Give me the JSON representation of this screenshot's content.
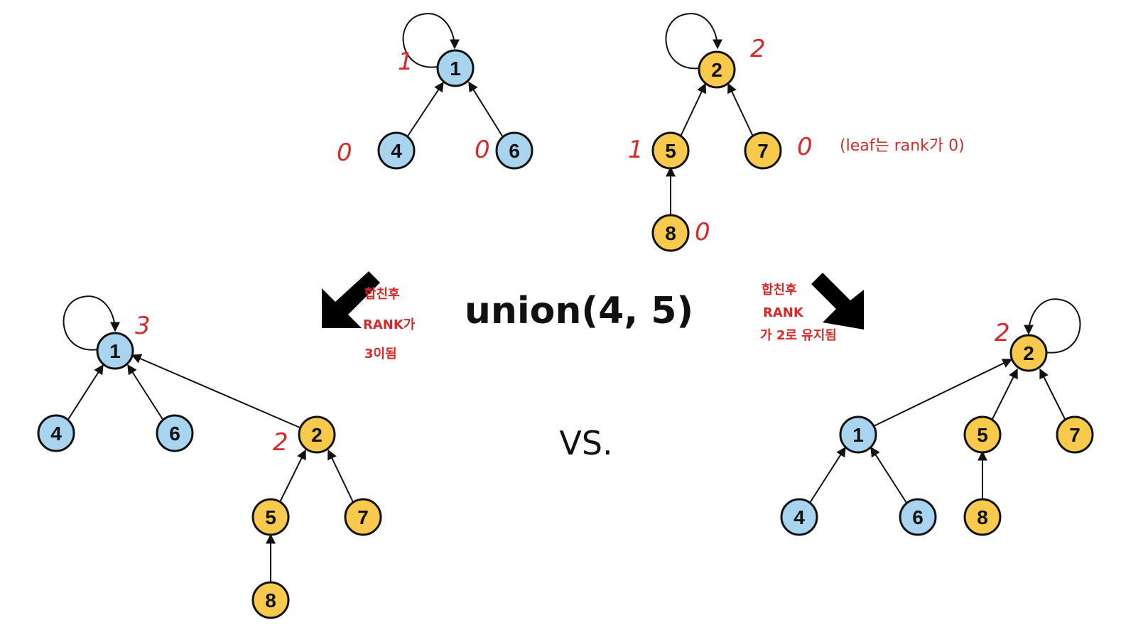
{
  "colors": {
    "tree_a_fill": "#a8d4f0",
    "tree_b_fill": "#f7c94d",
    "rank_annotation": "#d42a2a",
    "edge": "#111111"
  },
  "title": "union(4, 5)",
  "vs_label": "VS.",
  "top_left_tree": {
    "nodes": [
      "1",
      "4",
      "6"
    ],
    "ranks": {
      "root": "1",
      "n4": "0",
      "n6": "0"
    }
  },
  "top_right_tree": {
    "nodes": [
      "2",
      "5",
      "7",
      "8"
    ],
    "ranks": {
      "root": "2",
      "n5": "1",
      "n7": "0",
      "n8": "0"
    },
    "leaf_note": "(leaf는 rank가 0)"
  },
  "left_result": {
    "nodes": [
      "1",
      "4",
      "6",
      "2",
      "5",
      "7",
      "8"
    ],
    "rank_root": "3",
    "rank_sub": "2",
    "note_lines": [
      "합친후",
      "RANK가",
      "3이됨"
    ]
  },
  "right_result": {
    "nodes": [
      "2",
      "1",
      "5",
      "7",
      "4",
      "6",
      "8"
    ],
    "rank_root": "2",
    "note_lines": [
      "합친후",
      "RANK",
      "가 2로 유지됨"
    ]
  }
}
